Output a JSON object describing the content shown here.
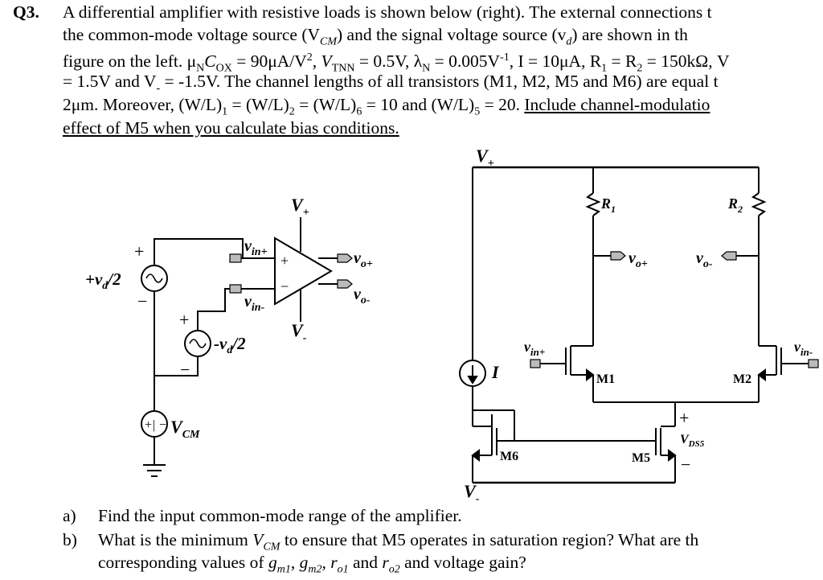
{
  "question": {
    "number": "Q3.",
    "lines": [
      "A differential amplifier with resistive loads is shown below (right). The external connections t",
      "the common-mode voltage source (V",
      "figure on the left. μ",
      "= 1.5V and V",
      "2μm. Moreover, (W/L)",
      "effect of M5 when you calculate bias conditions."
    ],
    "line2_rest": ") and the signal voltage source (v",
    "line2_tail": ") are shown in th",
    "line2_sub_cm": "CM",
    "line2_sub_d": "d",
    "line3_parts": [
      "N",
      "C",
      "OX",
      " = 90μA/V",
      "2",
      ", V",
      "TNN",
      " = 0.5V, λ",
      "N",
      " = 0.005V",
      "-1",
      ", I = 10μA, R",
      "1",
      " = R",
      "2",
      " = 150kΩ, V"
    ],
    "line4_parts": [
      "-",
      " = -1.5V. The channel lengths of all transistors (M1, M2, M5 and M6) are equal t"
    ],
    "line5_parts": [
      "1",
      " = (W/L)",
      "2",
      " = (W/L)",
      "6",
      " = 10 and (W/L)",
      "5",
      " = 20. ",
      "Include channel-modulatio"
    ]
  },
  "figure_left": {
    "vplus": "V",
    "vplus_sub": "+",
    "vminus": "V",
    "vminus_sub": "-",
    "vin_plus": "v",
    "vin_plus_sub": "in+",
    "vin_minus": "v",
    "vin_minus_sub": "in-",
    "vo_plus": "v",
    "vo_plus_sub": "o+",
    "vo_minus": "v",
    "vo_minus_sub": "o-",
    "src_top": "+v",
    "src_top_sub": "d",
    "src_top_tail": "/2",
    "src_bot": "-v",
    "src_bot_sub": "d",
    "src_bot_tail": "/2",
    "vcm": "V",
    "vcm_sub": "CM",
    "opamp_plus": "+",
    "opamp_minus": "−"
  },
  "figure_right": {
    "vplus": "V",
    "vplus_sub": "+",
    "vminus": "V",
    "vminus_sub": "-",
    "r1": "R",
    "r1_sub": "1",
    "r2": "R",
    "r2_sub": "2",
    "vo_plus": "v",
    "vo_plus_sub": "o+",
    "vo_minus": "v",
    "vo_minus_sub": "o-",
    "vin_plus": "v",
    "vin_plus_sub": "in+",
    "vin_minus": "v",
    "vin_minus_sub": "in-",
    "current": "I",
    "m1": "M1",
    "m2": "M2",
    "m5": "M5",
    "m6": "M6",
    "vds": "V",
    "vds_sub": "DS5",
    "plus": "+",
    "minus": "−"
  },
  "parts": [
    {
      "letter": "a)",
      "text": "Find the input common-mode range of the amplifier."
    },
    {
      "letter": "b)",
      "text1": "What is the minimum ",
      "vcm": "V",
      "vcm_sub": "CM",
      "text2": " to ensure that M5 operates in saturation region? What are th",
      "text3": "corresponding values of ",
      "g1": "g",
      "g1s": "m1",
      "g2": "g",
      "g2s": "m2",
      "r1": "r",
      "r1s": "o1",
      "r2": "r",
      "r2s": "o2",
      "text4": " and voltage gain?"
    }
  ]
}
